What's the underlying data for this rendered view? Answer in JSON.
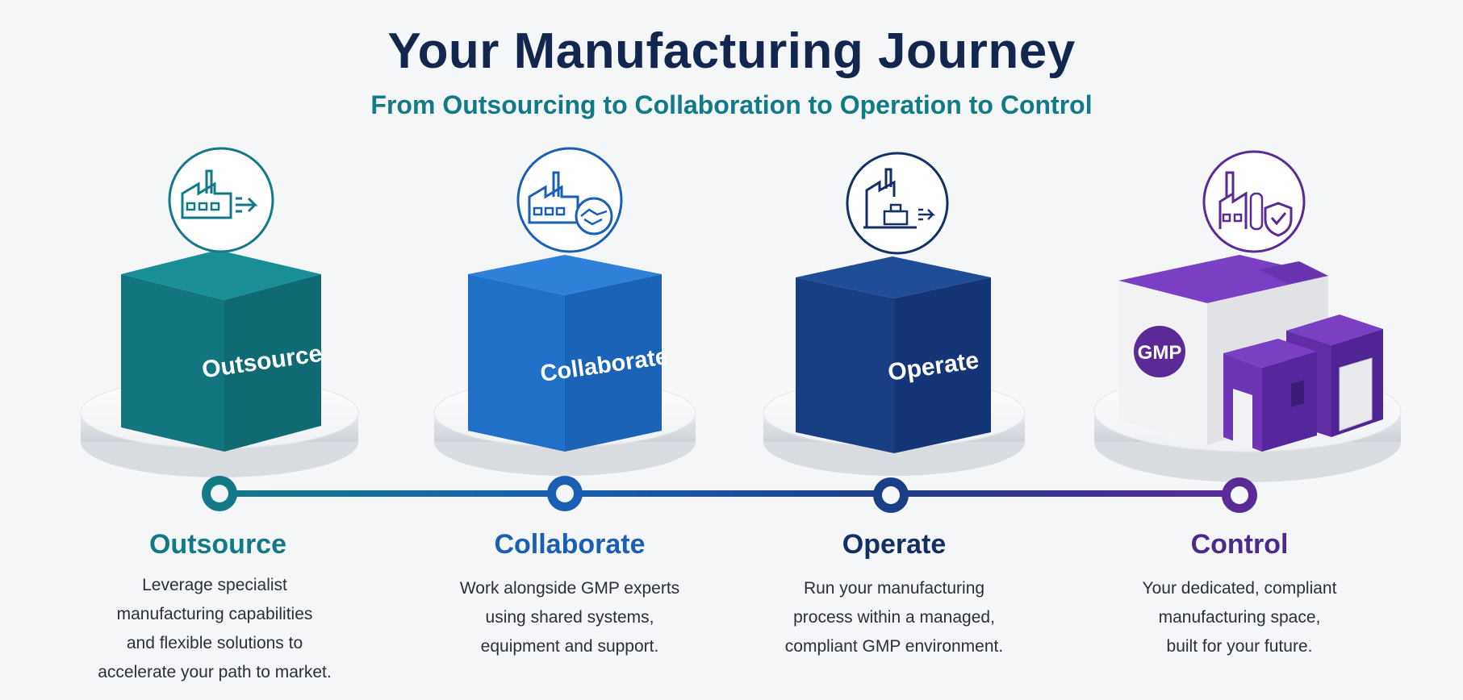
{
  "header": {
    "title": "Your Manufacturing Journey",
    "subtitle": "From Outsourcing to Collaboration to Operation to Control"
  },
  "colors": {
    "teal": "#127a86",
    "blue": "#1e6cc8",
    "navy": "#163f85",
    "purple": "#5a2a96",
    "title": "#12264f"
  },
  "stages": [
    {
      "cube_label": "Outsource",
      "title": "Outsource",
      "description_lines": [
        "Leverage specialist",
        "manufacturing capabilities",
        "and flexible solutions to",
        "accelerate your path to market."
      ],
      "icon": "factory-arrow-icon",
      "color": "#127a86"
    },
    {
      "cube_label": "Collaborate",
      "title": "Collaborate",
      "description_lines": [
        "Work alongside GMP experts",
        "using shared systems,",
        "equipment and support."
      ],
      "icon": "factory-handshake-icon",
      "color": "#1a5fb4"
    },
    {
      "cube_label": "Operate",
      "title": "Operate",
      "description_lines": [
        "Run your manufacturing",
        "process within a managed,",
        "compliant GMP environment."
      ],
      "icon": "factory-conveyor-icon",
      "color": "#132f66"
    },
    {
      "building_badge": "GMP",
      "title": "Control",
      "description_lines": [
        "Your dedicated, compliant",
        "manufacturing space,",
        "built for your future."
      ],
      "icon": "factory-shield-icon",
      "color": "#4b2a8c"
    }
  ]
}
